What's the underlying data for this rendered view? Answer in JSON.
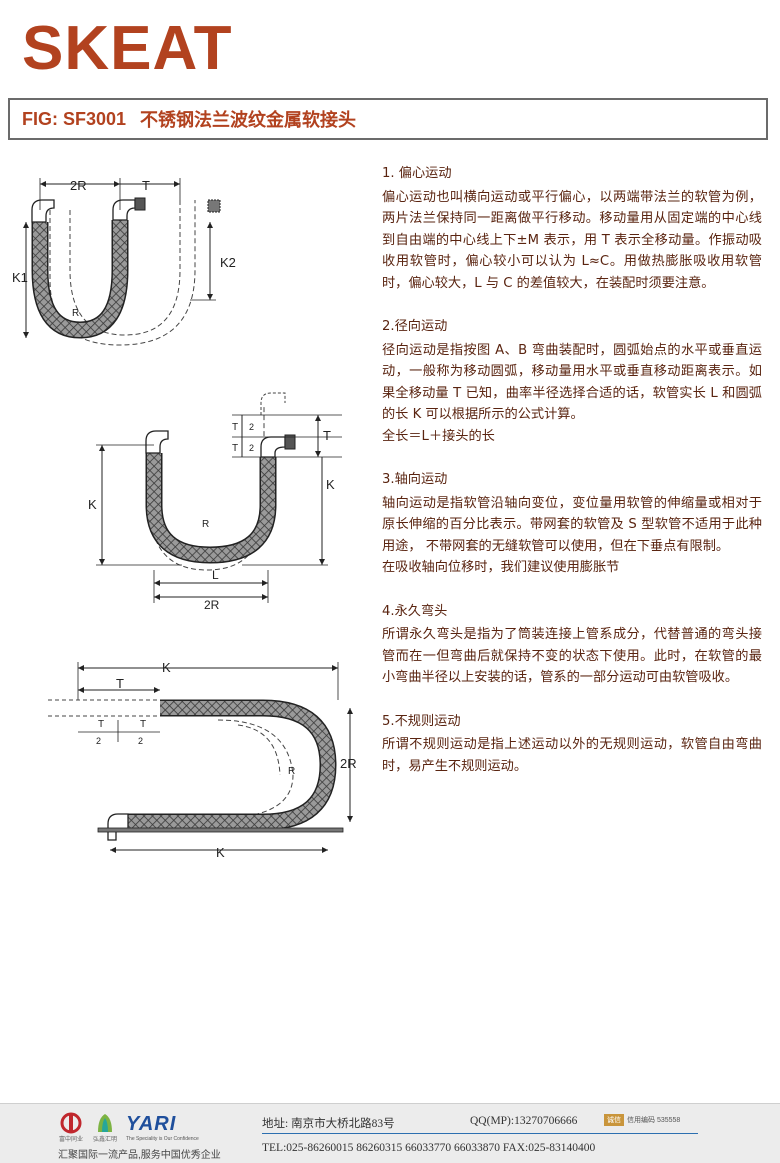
{
  "brand": "SKEAT",
  "fig": {
    "code": "FIG: SF3001",
    "title": "不锈钢法兰波纹金属软接头"
  },
  "sections": [
    {
      "heading": "1. 偏心运动",
      "body": "偏心运动也叫横向运动或平行偏心，以两端带法兰的软管为例，两片法兰保持同一距离做平行移动。移动量用从固定端的中心线到自由端的中心线上下±M 表示，用 T 表示全移动量。作振动吸收用软管时，偏心较小可以认为 L≈C。用做热膨胀吸收用软管时，偏心较大，L 与 C 的差值较大，在装配时须要注意。"
    },
    {
      "heading": "2.径向运动",
      "body": "径向运动是指按图 A、B 弯曲装配时，圆弧始点的水平或垂直运动，一般称为移动圆弧，移动量用水平或垂直移动距离表示。如果全移动量 T 已知，曲率半径选择合适的话，软管实长 L 和圆弧的长 K 可以根据所示的公式计算。",
      "extra": "全长＝L＋接头的长"
    },
    {
      "heading": "3.轴向运动",
      "body": "轴向运动是指软管沿轴向变位，变位量用软管的伸缩量或相对于原长伸缩的百分比表示。带网套的软管及 S 型软管不适用于此种用途， 不带网套的无缝软管可以使用，但在下垂点有限制。",
      "extra": "在吸收轴向位移时，我们建议使用膨胀节"
    },
    {
      "heading": "4.永久弯头",
      "body": "所谓永久弯头是指为了筒装连接上管系成分，代替普通的弯头接管而在一但弯曲后就保持不变的状态下使用。此时，在软管的最小弯曲半径以上安装的话，管系的一部分运动可由软管吸收。"
    },
    {
      "heading": "5.不规则运动",
      "body": "所谓不规则运动是指上述运动以外的无规则运动，软管自由弯曲时，易产生不规则运动。"
    }
  ],
  "diagram_labels": {
    "d1": {
      "w": "2R",
      "t": "T",
      "k1": "K1",
      "k2": "K2",
      "r": "R"
    },
    "d2": {
      "t": "T",
      "half": "2",
      "k": "K",
      "r": "R",
      "l": "L",
      "w": "2R"
    },
    "d3": {
      "k": "K",
      "t": "T",
      "half": "2",
      "r": "R",
      "h": "2R"
    }
  },
  "footer": {
    "logo1_caption": "富中同业",
    "logo2_caption": "弘鑫汇明",
    "logo3_text": "YARI",
    "logo3_sub": "The Speciality is Our Confidence",
    "slogan": "汇聚国际一流产品,服务中国优秀企业",
    "address": "地址: 南京市大桥北路83号",
    "qq": "QQ(MP):13270706666",
    "credit_badge": "诚信",
    "credit": "信用编码 535558",
    "tel": "TEL:025-86260015 86260315 66033770 66033870   FAX:025-83140400"
  },
  "colors": {
    "brand": "#b2421f",
    "text": "#5a2410",
    "hose": "#2e2e2e",
    "dim": "#222222"
  }
}
